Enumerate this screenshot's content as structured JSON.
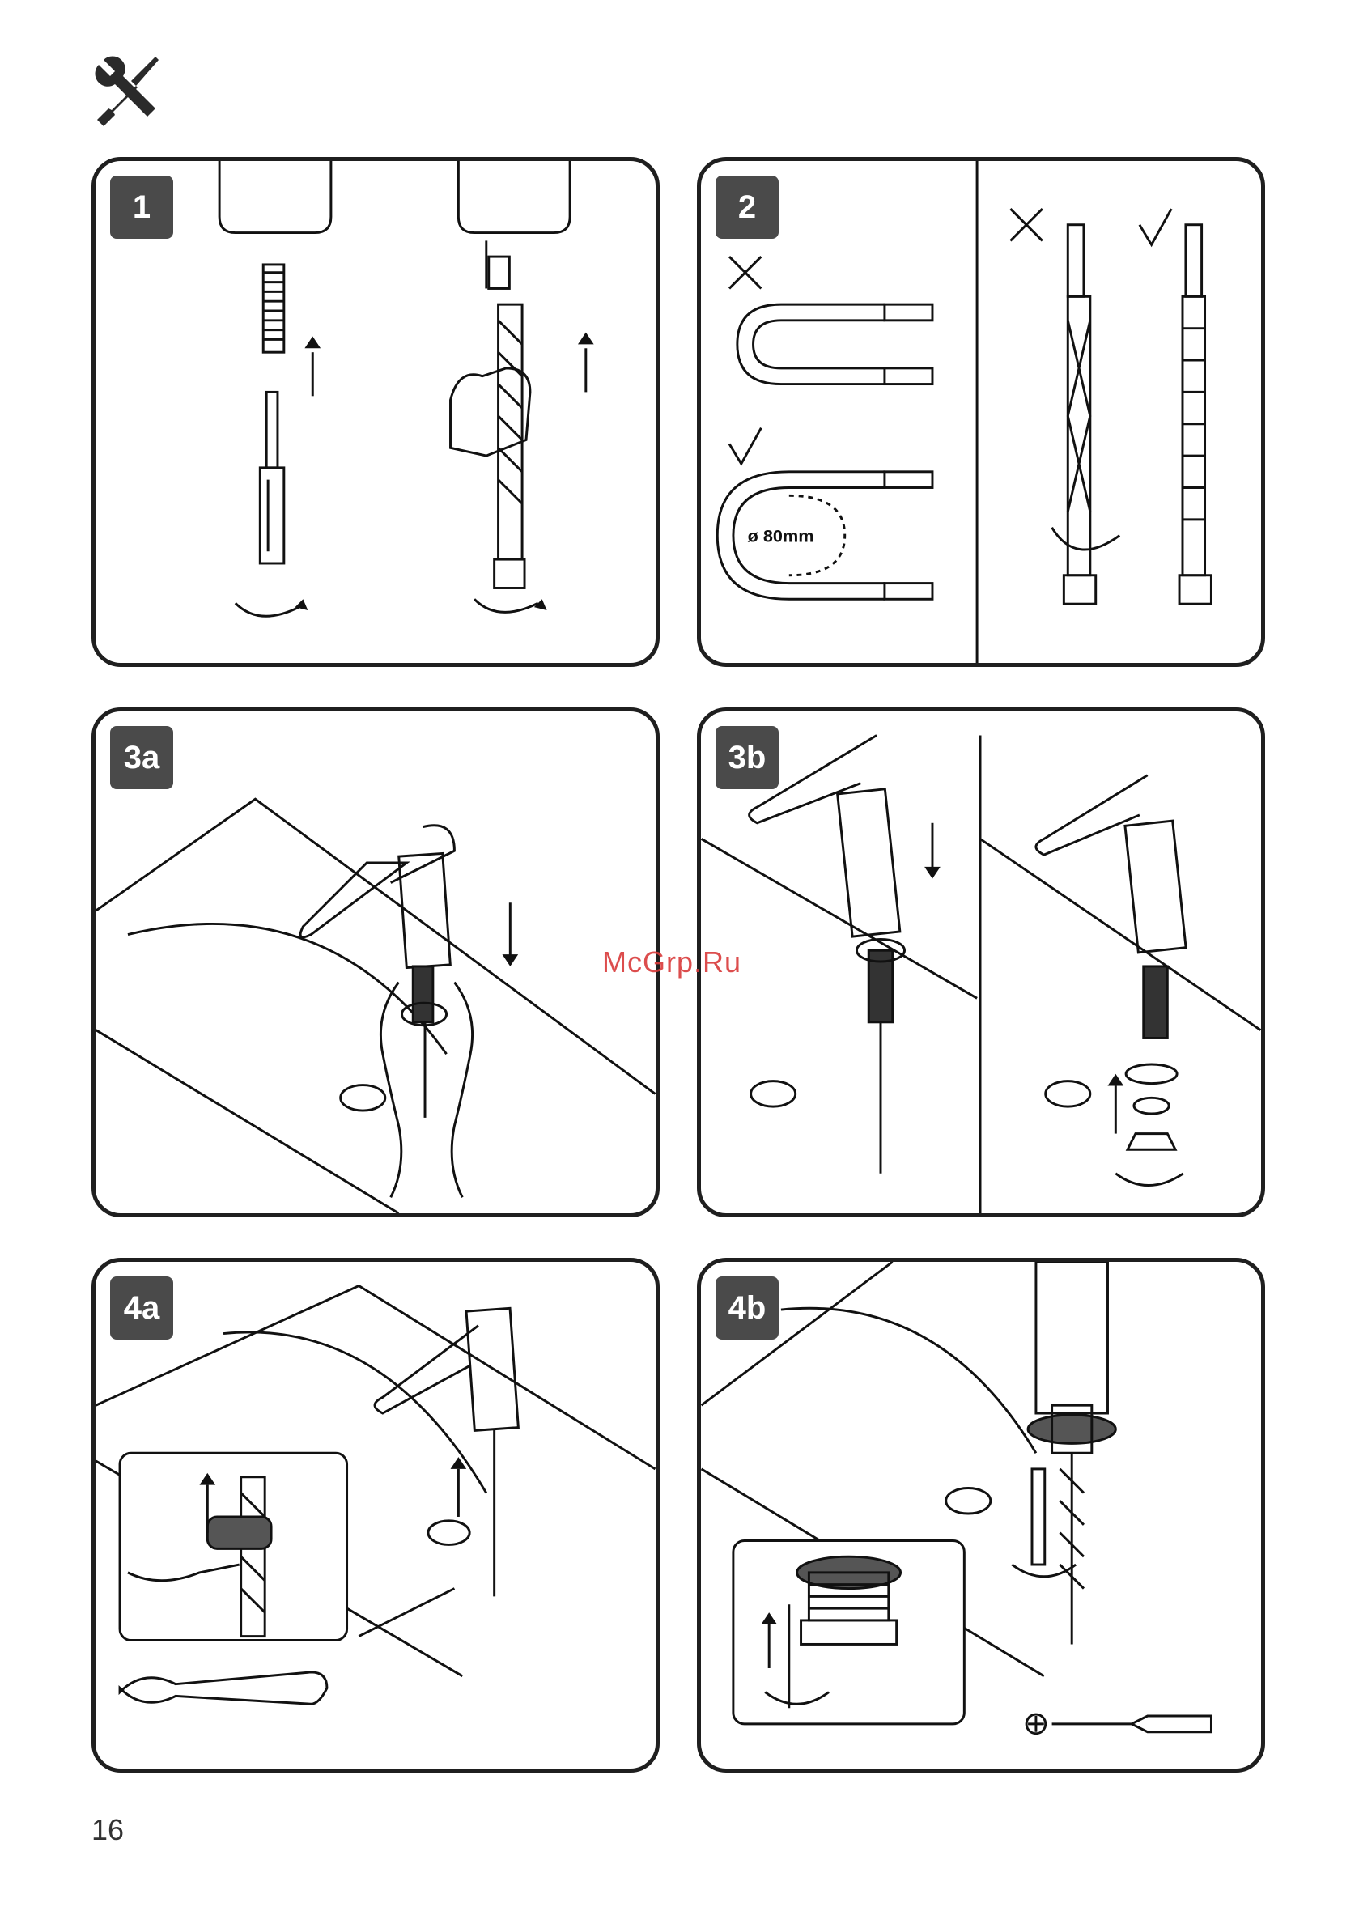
{
  "header": {
    "icon": "tools-icon"
  },
  "steps": [
    {
      "label": "1"
    },
    {
      "label": "2"
    },
    {
      "label": "3a"
    },
    {
      "label": "3b"
    },
    {
      "label": "4a"
    },
    {
      "label": "4b"
    }
  ],
  "step2": {
    "diameter_label": "ø 80mm"
  },
  "watermark": "McGrp.Ru",
  "footer": {
    "page_number": "16"
  }
}
